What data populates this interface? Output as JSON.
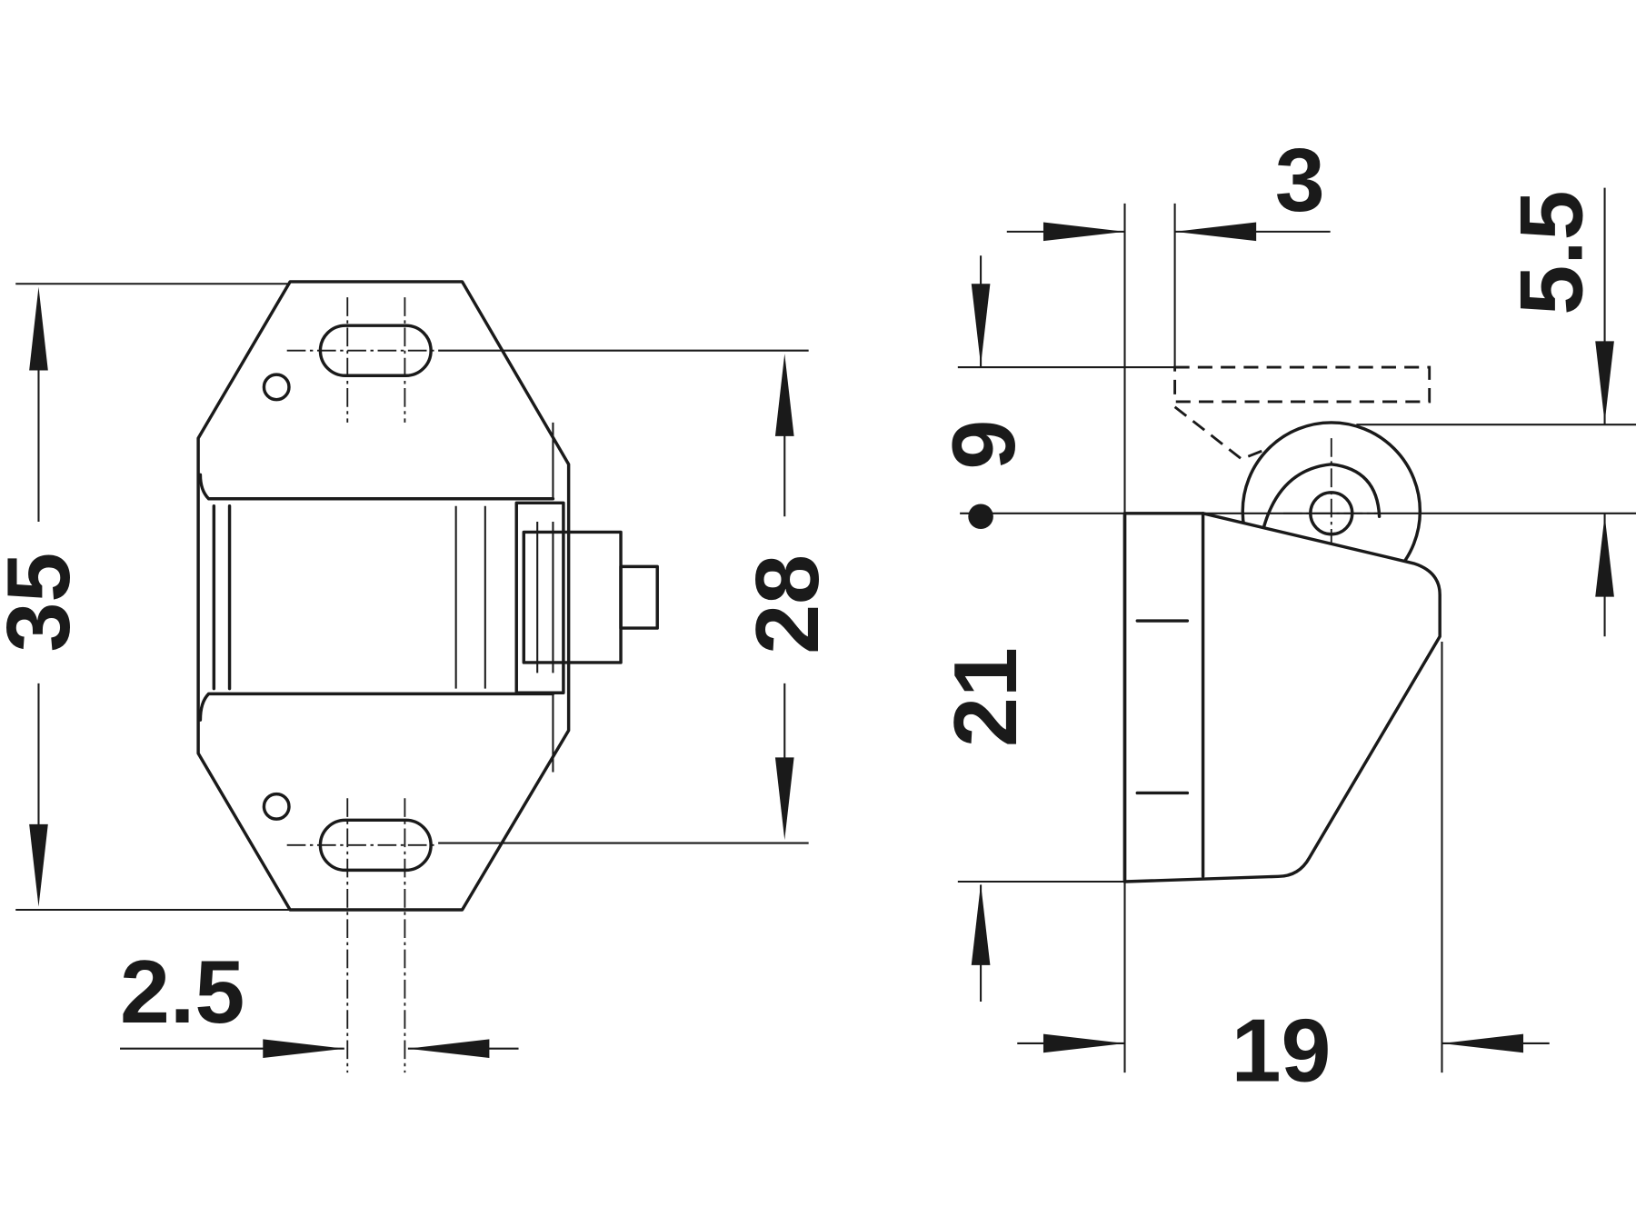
{
  "drawing": {
    "front_view": {
      "overall_height": "35",
      "hole_spacing": "28",
      "slot_width": "2.5"
    },
    "side_view": {
      "plunger_offset": "3",
      "roller_offset": "9",
      "body_height": "21",
      "roller_height": "5.5",
      "depth": "19"
    }
  }
}
